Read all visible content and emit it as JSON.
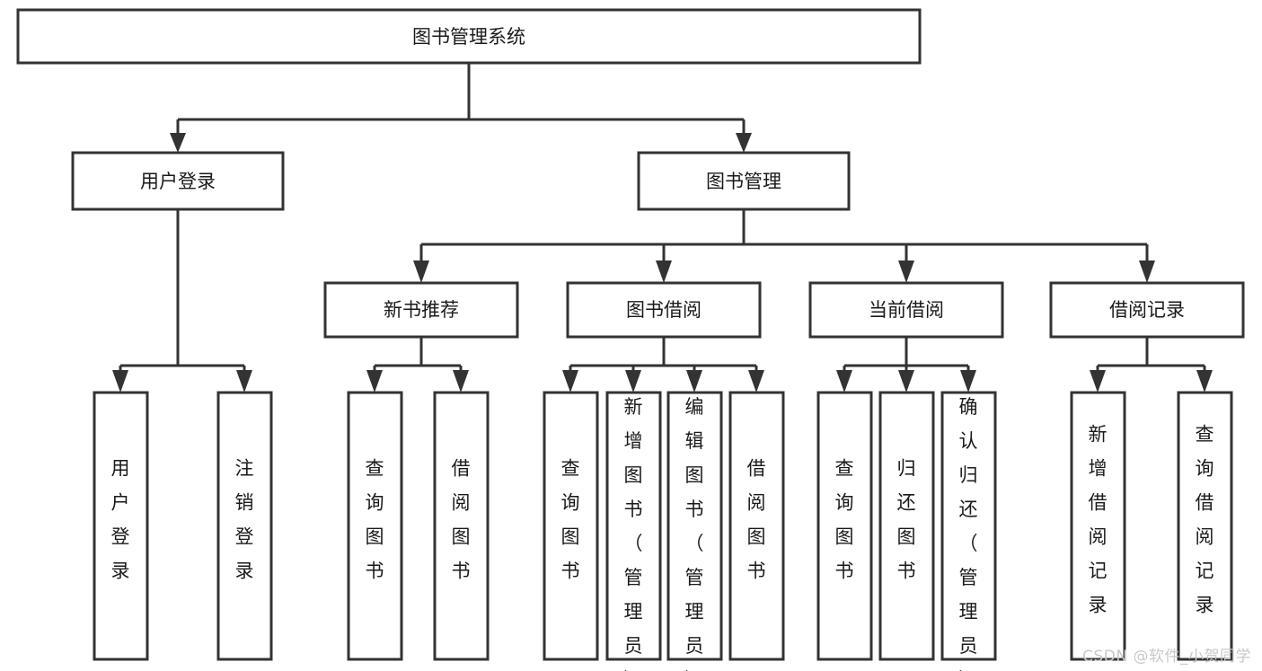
{
  "diagram": {
    "type": "tree-hierarchy",
    "title": "图书管理系统",
    "watermark": "CSDN @软件_小贺同学",
    "colors": {
      "box_stroke": "#333333",
      "box_fill": "#ffffff",
      "connector": "#333333",
      "text": "#1a1a1a",
      "watermark": "#c9c9c9",
      "background": "#ffffff"
    },
    "levels": [
      {
        "level": 1,
        "nodes": [
          {
            "id": "root",
            "label": "图书管理系统",
            "orientation": "horizontal"
          }
        ]
      },
      {
        "level": 2,
        "nodes": [
          {
            "id": "user-login",
            "label": "用户登录",
            "orientation": "horizontal",
            "parent": "root"
          },
          {
            "id": "book-manage",
            "label": "图书管理",
            "orientation": "horizontal",
            "parent": "root"
          }
        ]
      },
      {
        "level": 3,
        "nodes": [
          {
            "id": "new-book-rec",
            "label": "新书推荐",
            "orientation": "horizontal",
            "parent": "book-manage"
          },
          {
            "id": "book-borrow",
            "label": "图书借阅",
            "orientation": "horizontal",
            "parent": "book-manage"
          },
          {
            "id": "current-borrow",
            "label": "当前借阅",
            "orientation": "horizontal",
            "parent": "book-manage"
          },
          {
            "id": "borrow-record",
            "label": "借阅记录",
            "orientation": "horizontal",
            "parent": "book-manage"
          }
        ]
      },
      {
        "level": 4,
        "nodes": [
          {
            "id": "leaf-user-login",
            "label": "用户登录",
            "orientation": "vertical",
            "parent": "user-login"
          },
          {
            "id": "leaf-logout",
            "label": "注销登录",
            "orientation": "vertical",
            "parent": "user-login"
          },
          {
            "id": "leaf-query-book-1",
            "label": "查询图书",
            "orientation": "vertical",
            "parent": "new-book-rec"
          },
          {
            "id": "leaf-borrow-book-1",
            "label": "借阅图书",
            "orientation": "vertical",
            "parent": "new-book-rec"
          },
          {
            "id": "leaf-query-book-2",
            "label": "查询图书",
            "orientation": "vertical",
            "parent": "book-borrow"
          },
          {
            "id": "leaf-add-book",
            "label": "新增图书（管理员）",
            "orientation": "vertical",
            "parent": "book-borrow"
          },
          {
            "id": "leaf-edit-book",
            "label": "编辑图书（管理员）",
            "orientation": "vertical",
            "parent": "book-borrow"
          },
          {
            "id": "leaf-borrow-book-2",
            "label": "借阅图书",
            "orientation": "vertical",
            "parent": "book-borrow"
          },
          {
            "id": "leaf-query-book-3",
            "label": "查询图书",
            "orientation": "vertical",
            "parent": "current-borrow"
          },
          {
            "id": "leaf-return-book",
            "label": "归还图书",
            "orientation": "vertical",
            "parent": "current-borrow"
          },
          {
            "id": "leaf-confirm-return",
            "label": "确认归还（管理员）",
            "orientation": "vertical",
            "parent": "current-borrow"
          },
          {
            "id": "leaf-add-record",
            "label": "新增借阅记录",
            "orientation": "vertical",
            "parent": "borrow-record"
          },
          {
            "id": "leaf-query-record",
            "label": "查询借阅记录",
            "orientation": "vertical",
            "parent": "borrow-record"
          }
        ]
      }
    ]
  }
}
